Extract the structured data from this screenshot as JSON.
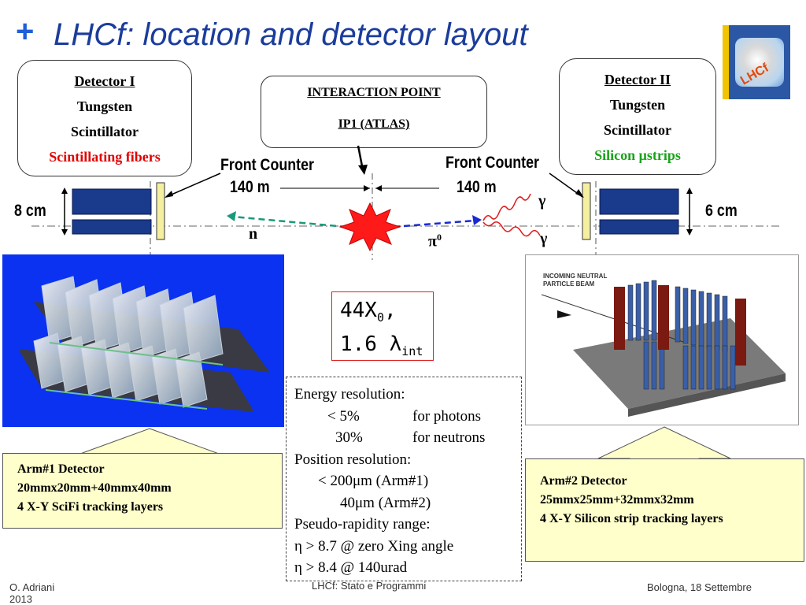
{
  "title": {
    "plus": "+",
    "text": "LHCf:  location and detector layout"
  },
  "logo": {
    "text": "LHCf"
  },
  "detector1": {
    "heading": "Detector I",
    "line1": "Tungsten",
    "line2": "Scintillator",
    "line3": "Scintillating fibers"
  },
  "detector2": {
    "heading": "Detector II",
    "line1": "Tungsten",
    "line2": "Scintillator",
    "line3": "Silicon μstrips"
  },
  "interaction_point": {
    "heading": "INTERACTION POINT",
    "sub": "IP1 (ATLAS)"
  },
  "layout_labels": {
    "front_counter_left": "Front Counter",
    "front_counter_right": "Front Counter",
    "distance_left": "140 m",
    "distance_right": "140 m",
    "size_left": "8 cm",
    "size_right": "6 cm",
    "neutron": "n",
    "pion": "π",
    "pion_sup": "0",
    "gamma_top": "γ",
    "gamma_bottom": "γ"
  },
  "arm2_image": {
    "beam_label_1": "INCOMING NEUTRAL",
    "beam_label_2": "PARTICLE BEAM"
  },
  "radiation": {
    "value1": "44X",
    "sub1": "0",
    "comma": ",",
    "value2": "1.6 λ",
    "sub2": "int"
  },
  "specs": {
    "energy_heading": "Energy resolution:",
    "photon_value": "< 5%",
    "photon_label": "for photons",
    "neutron_value": "30%",
    "neutron_label": "for neutrons",
    "position_heading": "Position resolution:",
    "arm1_value": "< 200μm (Arm#1)",
    "arm2_value": "40μm (Arm#2)",
    "rapidity_heading": "Pseudo-rapidity range:",
    "eta1": "η > 8.7 @ zero Xing angle",
    "eta2": "η > 8.4 @ 140urad"
  },
  "arm1": {
    "line1": "Arm#1 Detector",
    "line2": "20mmx20mm+40mmx40mm",
    "line3": "4 X-Y SciFi tracking layers"
  },
  "arm2": {
    "line1": "Arm#2 Detector",
    "line2": "25mmx25mm+32mmx32mm",
    "line3": "4 X-Y Silicon strip tracking layers"
  },
  "footer": {
    "author": "O. Adriani",
    "year": "2013",
    "center": "LHCf: Stato e Programmi",
    "right": "Bologna, 18 Settembre"
  },
  "colors": {
    "title": "#1a3c9c",
    "detector_block": "#1a3a8c",
    "front_counter": "#f5f0a0",
    "explosion": "#ff1a1a"
  }
}
